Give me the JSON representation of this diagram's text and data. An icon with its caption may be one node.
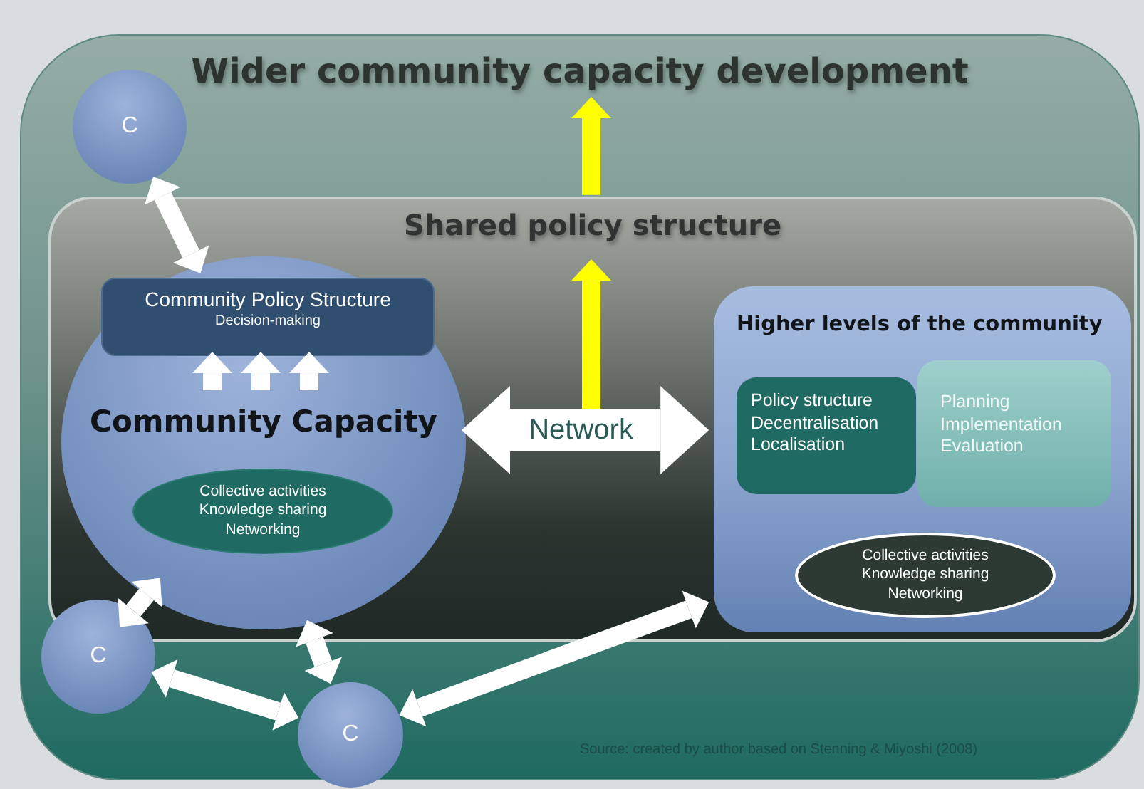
{
  "diagram": {
    "nodes": [
      {
        "text": [
          "Wider community capacity development"
        ]
      },
      {
        "text": [
          "Shared policy structure"
        ],
        "in": 0
      },
      {
        "text": [
          "C"
        ],
        "in": 0
      },
      {
        "text": [
          "Community Capacity"
        ],
        "in": 1
      },
      {
        "text": [
          "Community Policy Structure",
          "Decision-making"
        ],
        "in": 3
      },
      {
        "text": [
          "Collective activities Knowledge sharing Networking"
        ],
        "in": 3
      },
      {
        "text": [
          "Higher levels of the community"
        ],
        "in": 1
      },
      {
        "text": [
          "Policy structure Decentralisation Localisation"
        ],
        "in": 6
      },
      {
        "text": [
          "Planning Implementation Evaluation"
        ],
        "in": 6
      },
      {
        "text": [
          "Collective activities Knowledge sharing Networking"
        ],
        "in": 6
      },
      {
        "text": [
          "C"
        ],
        "in": 0
      },
      {
        "text": [
          "C"
        ],
        "in": 0
      }
    ],
    "edges": [
      {
        "from": 2,
        "to": 4,
        "arrow": "both"
      },
      {
        "from": 1,
        "to": null,
        "arrow": "to",
        "color": "#ffff00"
      },
      {
        "from": null,
        "to": 1,
        "arrow": "to",
        "color": "#ffff00"
      },
      {
        "from": null,
        "to": 4,
        "arrow": "to"
      },
      {
        "from": null,
        "to": 4,
        "arrow": "to"
      },
      {
        "from": null,
        "to": 4,
        "arrow": "to"
      },
      {
        "from": 3,
        "to": 6,
        "arrow": "both",
        "label": "Network",
        "style": "thick"
      },
      {
        "from": 3,
        "to": 10,
        "arrow": "both"
      },
      {
        "from": 10,
        "to": 11,
        "arrow": "both"
      },
      {
        "from": 3,
        "to": 11,
        "arrow": "both"
      },
      {
        "from": 11,
        "to": 6,
        "arrow": "both"
      }
    ],
    "labels": [
      "Source: created by author based on Stenning & Miyoshi (2008)"
    ]
  }
}
